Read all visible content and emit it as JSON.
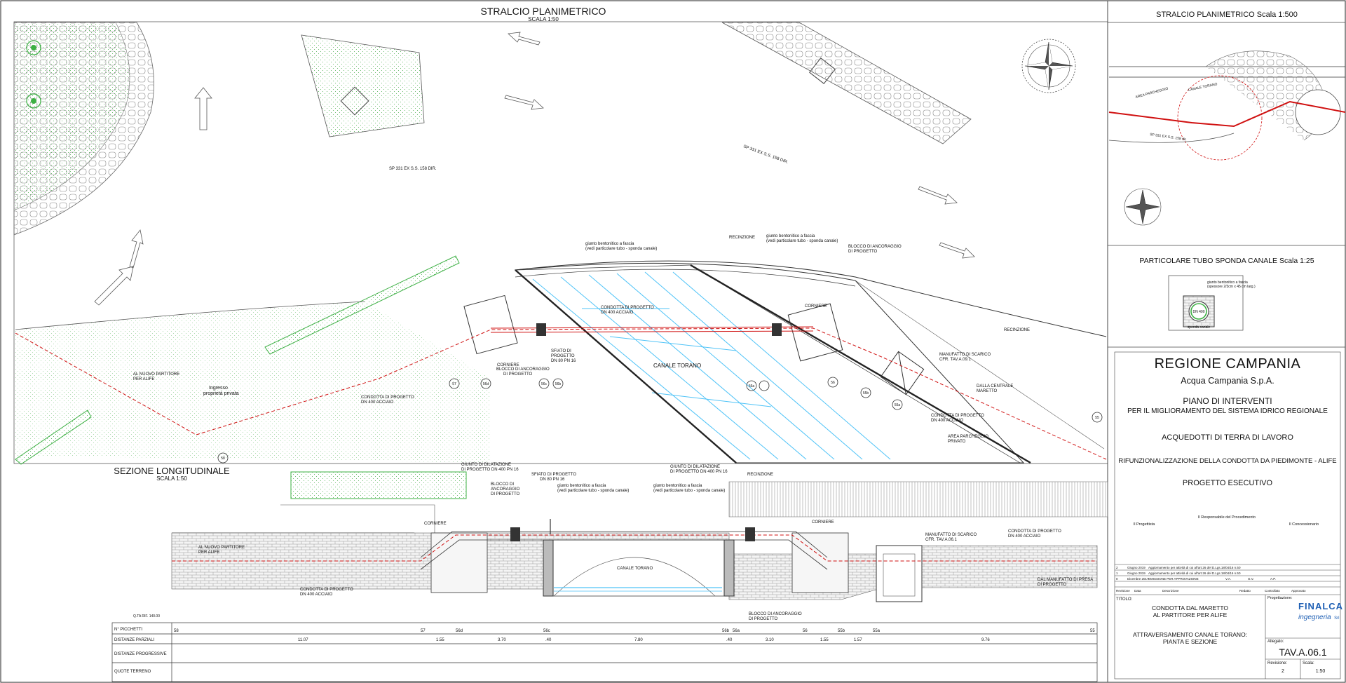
{
  "plan": {
    "title": "STRALCIO PLANIMETRICO",
    "scale": "SCALA 1:50",
    "road_1": "SP 331 EX S.S. 158 DIR.",
    "road_2": "SP 331 EX S.S. 158 DIR.",
    "canal": "CANALE TORANO",
    "notes": {
      "giunto_1": "giunto bentonitico a fascia",
      "giunto_1b": "(vedi particolare tubo - sponda canale)",
      "giunto_2": "giunto bentonitico a fascia",
      "giunto_2b": "(vedi particolare tubo - sponda canale)",
      "recinzione_1": "RECINZIONE",
      "recinzione_2": "RECINZIONE",
      "blocco_1": "BLOCCO DI ANCORAGGIO",
      "blocco_1b": "DI PROGETTO",
      "blocco_2": "BLOCCO DI ANCORAGGIO",
      "blocco_2b": "DI PROGETTO",
      "cond_1": "CONDOTTA DI PROGETTO",
      "cond_1b": "DN 400 ACCIAIO",
      "cond_2": "CONDOTTA DI PROGETTO",
      "cond_2b": "DN 400 ACCIAIO",
      "cond_3": "CONDOTTA DI PROGETTO",
      "cond_3b": "DN 400 ACCIAIO",
      "sfiato_1": "SFIATO DI",
      "sfiato_2": "PROGETTO",
      "sfiato_3": "DN 80 PN 16",
      "corniere_1": "CORNIERE",
      "corniere_2": "CORNIERE",
      "partitore_1": "AL NUOVO PARTITORE",
      "partitore_2": "PER ALIFE",
      "ingresso_1": "Ingresso",
      "ingresso_2": "proprietà privata",
      "manufatto_1": "MANUFATTO DI SCARICO",
      "manufatto_2": "CFR. TAV.A.09.1",
      "dalla_1": "DALLA CENTRALE",
      "dalla_2": "MARETTO",
      "area_1": "AREA PARCHEGGIO",
      "area_2": "PRIVATO"
    },
    "pickets": [
      "57",
      "56d",
      "56c",
      "56b",
      "56a",
      "56",
      "55b",
      "55a",
      "55",
      "58"
    ]
  },
  "section": {
    "title": "SEZIONE LONGITUDINALE",
    "scale": "SCALA 1:50",
    "canal": "CANALE TORANO",
    "notes": {
      "giunto_dil_1": "GIUNTO DI DILATAZIONE",
      "giunto_dil_1b": "DI PROGETTO DN 400 PN 16",
      "giunto_dil_2": "GIUNTO DI DILATAZIONE",
      "giunto_dil_2b": "DI PROGETTO DN 400 PN 16",
      "sfiato_1": "SFIATO DI PROGETTO",
      "sfiato_1b": "DN 80 PN 16",
      "blocco_1": "BLOCCO DI",
      "blocco_1b": "ANCORAGGIO",
      "blocco_1c": "DI PROGETTO",
      "blocco_2": "BLOCCO DI ANCORAGGIO",
      "blocco_2b": "DI PROGETTO",
      "giunto_b1": "giunto bentonitico a fascia",
      "giunto_b1b": "(vedi particolare tubo - sponda canale)",
      "giunto_b2": "giunto bentonitico a fascia",
      "giunto_b2b": "(vedi particolare tubo - sponda canale)",
      "recinzione": "RECINZIONE",
      "corniere_1": "CORNIERE",
      "corniere_2": "CORNIERE",
      "partitore_1": "AL NUOVO PARTITORE",
      "partitore_2": "PER ALIFE",
      "cond_1": "CONDOTTA DI PROGETTO",
      "cond_1b": "DN 400 ACCIAIO",
      "cond_2": "CONDOTTA DI PROGETTO",
      "cond_2b": "DN 400 ACCIAIO",
      "manufatto_1": "MANUFATTO DI SCARICO",
      "manufatto_2": "CFR. TAV.A.06.1",
      "dal_1": "DAL MANUFATTO DI PRESA",
      "dal_2": "DI PROGETTO",
      "qta": "Q.TA RIF. 140.00"
    },
    "rows": {
      "picchetti": "N° PICCHETTI",
      "parziali": "DISTANZE PARZIALI",
      "progressive": "DISTANZE PROGRESSIVE",
      "quote": "QUOTE TERRENO"
    },
    "picchetti_values": [
      "58",
      "57",
      "56d",
      "56c",
      "56b",
      "56a",
      "56",
      "55b",
      "55a",
      "55"
    ],
    "parziali_values": [
      "11.07",
      "1.55",
      "3.70",
      ".40",
      "7.80",
      ".40",
      "3.10",
      "1.55",
      "1.57",
      "9.76"
    ]
  },
  "side_plan": {
    "title": "STRALCIO PLANIMETRICO Scala 1:500",
    "canal": "CANALE TORANO",
    "area": "AREA PARCHEGGIO",
    "road": "SP 331 EX S.S. 158 dir."
  },
  "detail": {
    "title": "PARTICOLARE TUBO SPONDA CANALE Scala 1:25",
    "note_1": "giunto bentonitico a fascia",
    "note_2": "(spessore 2/3cm x 45 cm larg.)",
    "pipe": "DN 400",
    "label": "sponda canale"
  },
  "title_block": {
    "region": "REGIONE CAMPANIA",
    "company": "Acqua Campania S.p.A.",
    "plan": "PIANO DI INTERVENTI",
    "plan_sub": "PER IL MIGLIORAMENTO DEL SISTEMA IDRICO REGIONALE",
    "aqueduct": "ACQUEDOTTI DI TERRA DI LAVORO",
    "project": "RIFUNZIONALIZZAZIONE DELLA CONDOTTA DA PIEDIMONTE - ALIFE",
    "phase": "PROGETTO ESECUTIVO",
    "role_1": "Il Progettista",
    "role_2": "Il Responsabile del Procedimento",
    "role_3": "Il Concessionario",
    "revisions": [
      {
        "n": "2",
        "date": "Giugno 2019",
        "desc": "Aggiornamento per attività di cui all'art.26 del D.Lgs.18/04/16 n.50"
      },
      {
        "n": "1",
        "date": "Giugno 2019",
        "desc": "Aggiornamento per attività di cui all'art.26 del D.Lgs.18/04/16 n.50"
      },
      {
        "n": "0",
        "date": "Dicembre 2017",
        "desc": "EMISSIONE PER APPROVAZIONE"
      }
    ],
    "rev_head": {
      "n": "Revisione",
      "date": "Data",
      "desc": "Descrizione",
      "va": "V.A.",
      "gv": "G.V.",
      "ap": "A.P.",
      "r": "Redatto",
      "c": "Controllato",
      "a": "Approvato"
    },
    "titolo_label": "TITOLO:",
    "titolo_1": "CONDOTTA DAL MARETTO",
    "titolo_2": "AL PARTITORE PER ALIFE",
    "titolo_3": "ATTRAVERSAMENTO CANALE TORANO:",
    "titolo_4": "PIANTA E SEZIONE",
    "progettazione": "Progettazione:",
    "allegato_label": "Allegato:",
    "allegato": "TAV.A.06.1",
    "revisione_label": "Revisione:",
    "revisione": "2",
    "scala_label": "Scala:",
    "scala": "1:50",
    "logo_1": "FINALCA",
    "logo_2": "ingegneria",
    "logo_3": "Srl"
  }
}
